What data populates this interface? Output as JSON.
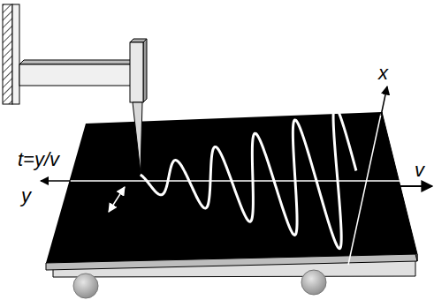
{
  "diagram": {
    "labels": [
      "t=y/v",
      "y",
      "x",
      "v"
    ]
  }
}
